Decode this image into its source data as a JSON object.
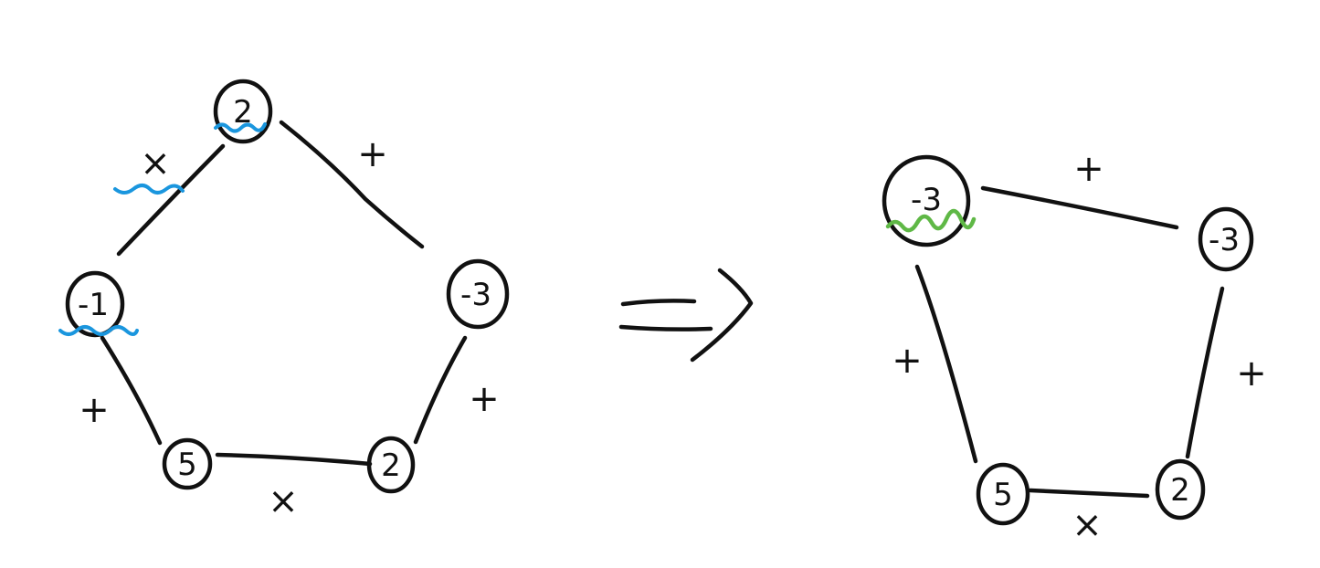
{
  "diagram": {
    "left_graph": {
      "nodes": [
        {
          "id": "top",
          "label": "2"
        },
        {
          "id": "right",
          "label": "-3"
        },
        {
          "id": "bottom-right",
          "label": "2"
        },
        {
          "id": "bottom-left",
          "label": "5"
        },
        {
          "id": "left",
          "label": "-1"
        }
      ],
      "edges": [
        {
          "id": "top-left",
          "op": "×"
        },
        {
          "id": "top-right",
          "op": "+"
        },
        {
          "id": "right-bottomright",
          "op": "+"
        },
        {
          "id": "bottom",
          "op": "×"
        },
        {
          "id": "left-bottomleft",
          "op": "+"
        }
      ]
    },
    "right_graph": {
      "nodes": [
        {
          "id": "top-left",
          "label": "-3"
        },
        {
          "id": "top-right",
          "label": "-3"
        },
        {
          "id": "bottom-right",
          "label": "2"
        },
        {
          "id": "bottom-left",
          "label": "5"
        }
      ],
      "edges": [
        {
          "id": "top",
          "op": "+"
        },
        {
          "id": "left",
          "op": "+"
        },
        {
          "id": "right",
          "op": "+"
        },
        {
          "id": "bottom",
          "op": "×"
        }
      ]
    },
    "colors": {
      "ink": "#111111",
      "removed_mark": "#1a96de",
      "merged_mark": "#5fb846"
    }
  }
}
